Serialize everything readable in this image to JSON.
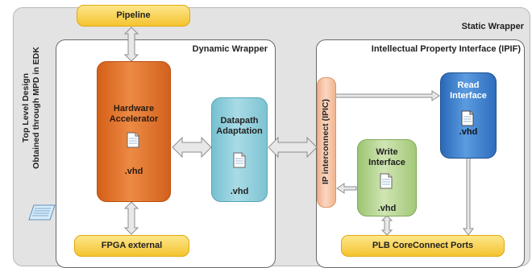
{
  "static_wrapper": {
    "label": "Static Wrapper"
  },
  "dynamic_wrapper": {
    "label": "Dynamic Wrapper"
  },
  "ipif": {
    "label": "Intellectual Property Interface (IPIF)"
  },
  "side_label": {
    "line1": "Top Level Design",
    "line2": "Obtained through MPD in EDK"
  },
  "blocks": {
    "pipeline": "Pipeline",
    "fpga_external": "FPGA external",
    "hardware_accelerator": {
      "line1": "Hardware",
      "line2": "Accelerator",
      "file": ".vhd"
    },
    "datapath_adaptation": {
      "line1": "Datapath",
      "line2": "Adaptation",
      "file": ".vhd"
    },
    "ipic": "IP interconnect (IPIC)",
    "read_interface": {
      "line1": "Read",
      "line2": "Interface",
      "file": ".vhd"
    },
    "write_interface": {
      "line1": "Write",
      "line2": "Interface",
      "file": ".vhd"
    },
    "plb_ports": "PLB CoreConnect Ports"
  },
  "colors": {
    "yellow": "#f4c330",
    "orange": "#d8651e",
    "cyan": "#8ccbd9",
    "green": "#b3d48f",
    "blue": "#3c7fcf",
    "peach": "#f6c3a2",
    "wrapper_bg": "#e3e3e3",
    "arrow_fill": "#e8e8e8"
  }
}
